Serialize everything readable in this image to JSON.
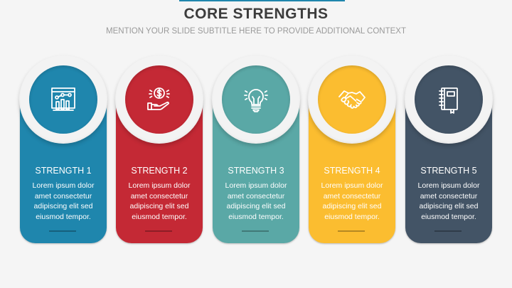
{
  "header": {
    "title": "CORE STRENGTHS",
    "subtitle": "MENTION YOUR SLIDE SUBTITLE HERE TO PROVIDE ADDITIONAL CONTEXT",
    "accent_bar_color": "#1f86ad"
  },
  "strengths": [
    {
      "title": "STRENGTH 1",
      "body": "Lorem ipsum dolor amet consectetur adipiscing elit sed eiusmod tempor.",
      "icon": "analytics-dashboard-icon",
      "color": "#1f86ad"
    },
    {
      "title": "STRENGTH 2",
      "body": "Lorem ipsum dolor amet consectetur adipiscing elit sed eiusmod tempor.",
      "icon": "hand-dollar-coin-icon",
      "color": "#c42935"
    },
    {
      "title": "STRENGTH 3",
      "body": "Lorem ipsum dolor amet consectetur adipiscing elit sed eiusmod tempor.",
      "icon": "lightbulb-icon",
      "color": "#5aa8a6"
    },
    {
      "title": "STRENGTH 4",
      "body": "Lorem ipsum dolor amet consectetur adipiscing elit sed eiusmod tempor.",
      "icon": "handshake-icon",
      "color": "#fbbd30"
    },
    {
      "title": "STRENGTH 5",
      "body": "Lorem ipsum dolor amet consectetur adipiscing elit sed eiusmod tempor.",
      "icon": "notebook-icon",
      "color": "#435466"
    }
  ]
}
